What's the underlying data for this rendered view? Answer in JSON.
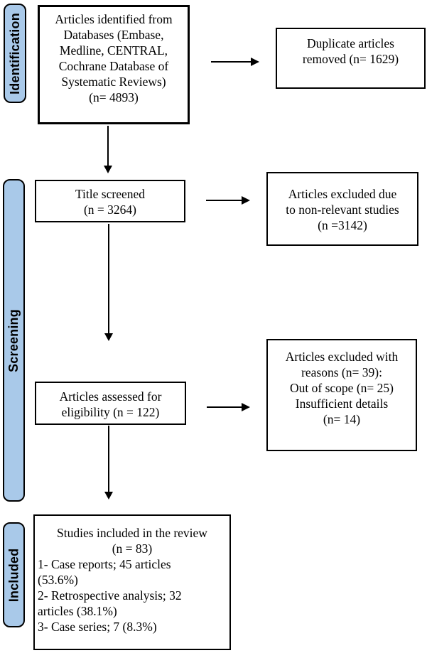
{
  "diagram": {
    "type": "prisma-flow",
    "stage_labels": {
      "identification": "Identification",
      "screening": "Screening",
      "included": "Included"
    },
    "boxes": {
      "identified": {
        "lines": [
          "Articles identified from",
          "Databases (Embase,",
          "Medline, CENTRAL,",
          "Cochrane Database of",
          "Systematic Reviews)",
          "(n= 4893)"
        ]
      },
      "duplicates_removed": {
        "lines": [
          "Duplicate articles",
          "removed (n= 1629)"
        ]
      },
      "title_screened": {
        "lines": [
          "Title screened",
          "(n = 3264)"
        ]
      },
      "excluded_non_relevant": {
        "lines": [
          "Articles excluded due",
          "to non-relevant studies",
          "(n =3142)"
        ]
      },
      "assessed_eligibility": {
        "lines": [
          "Articles assessed for",
          "eligibility (n = 122)"
        ]
      },
      "excluded_with_reasons": {
        "lines": [
          "Articles excluded with",
          "reasons (n= 39):",
          "Out of scope (n= 25)",
          "Insufficient details",
          "(n= 14)"
        ]
      },
      "included_studies": {
        "centered_lines": [
          "Studies included in the review",
          "(n = 83)"
        ],
        "list_lines": [
          "1- Case reports; 45 articles",
          "(53.6%)",
          "2- Retrospective analysis; 32",
          "articles (38.1%)",
          "3- Case series; 7 (8.3%)"
        ]
      }
    },
    "colors": {
      "stage_fill": "#a9c9e9",
      "border": "#000000",
      "background": "#ffffff"
    }
  }
}
